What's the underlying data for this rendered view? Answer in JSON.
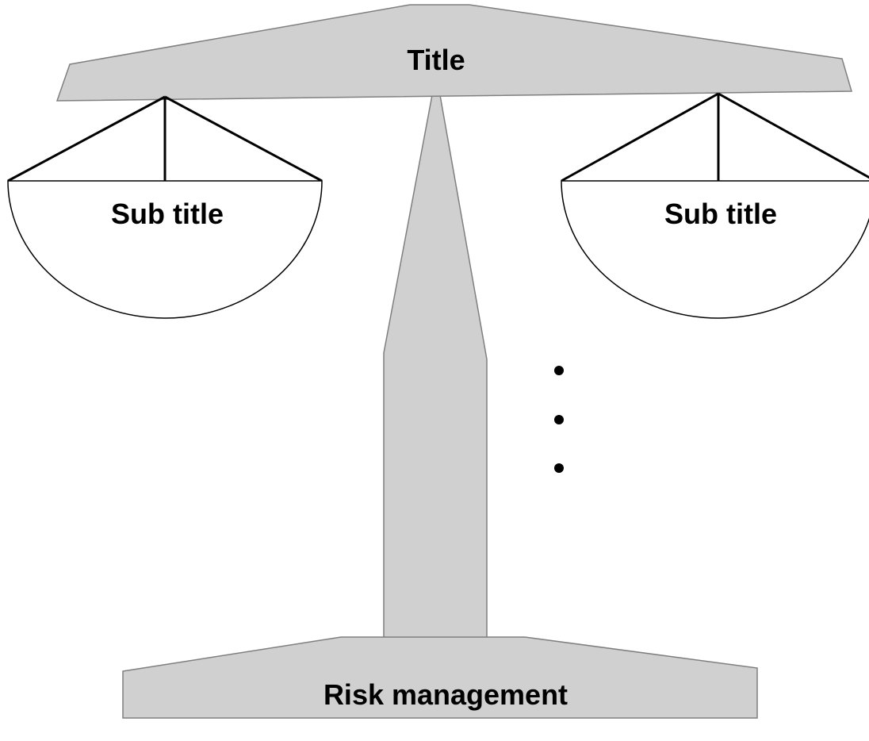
{
  "beam": {
    "title": "Title"
  },
  "left_pan": {
    "subtitle": "Sub title"
  },
  "right_pan": {
    "subtitle": "Sub title"
  },
  "base": {
    "label": "Risk management"
  },
  "bullets": {
    "count": 3
  },
  "colors": {
    "fill": "#d0d0d0",
    "stroke": "#7f7f7f",
    "line": "#000000"
  }
}
